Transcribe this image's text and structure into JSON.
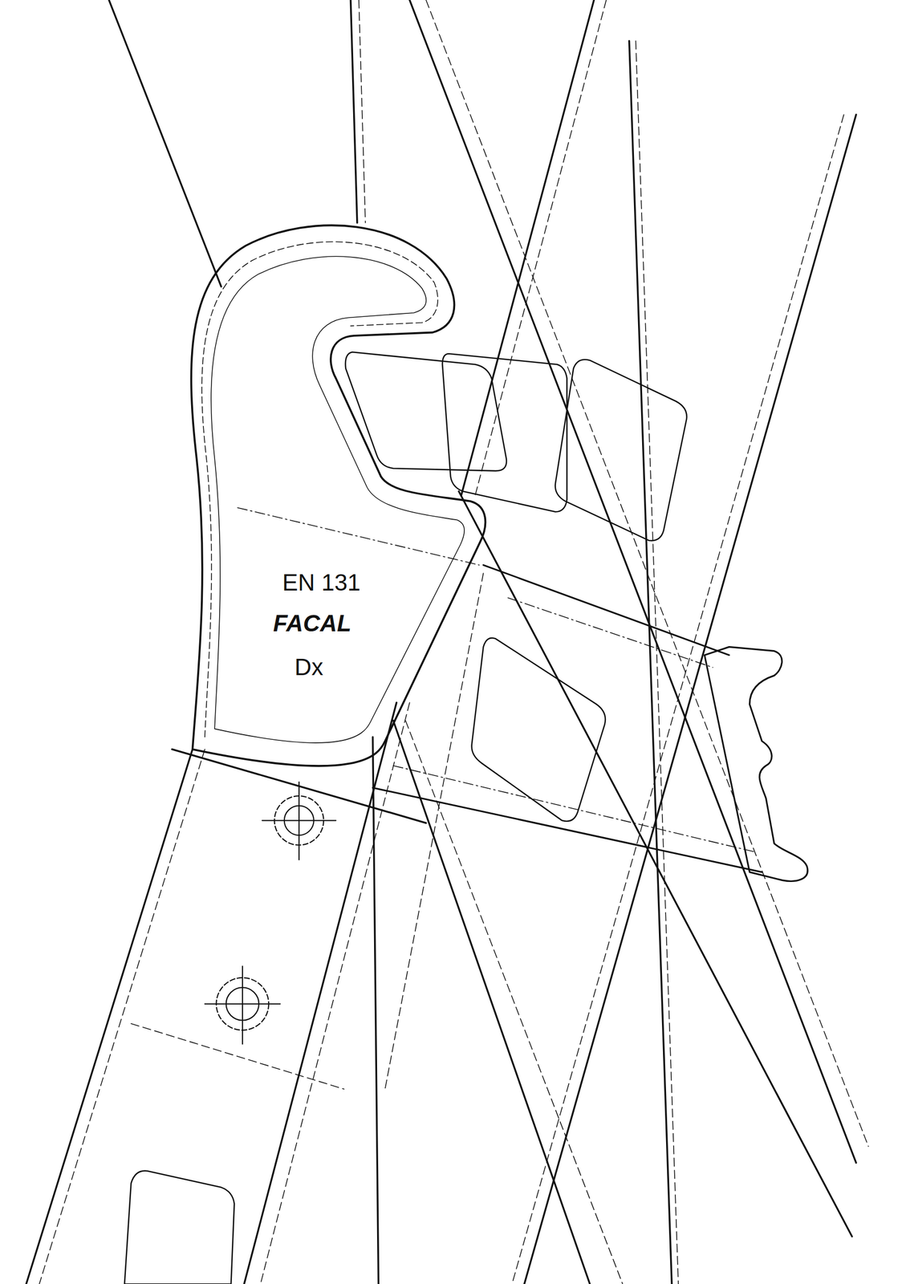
{
  "diagram": {
    "labels": [
      "EN 131",
      "FACAL",
      "Dx"
    ]
  }
}
